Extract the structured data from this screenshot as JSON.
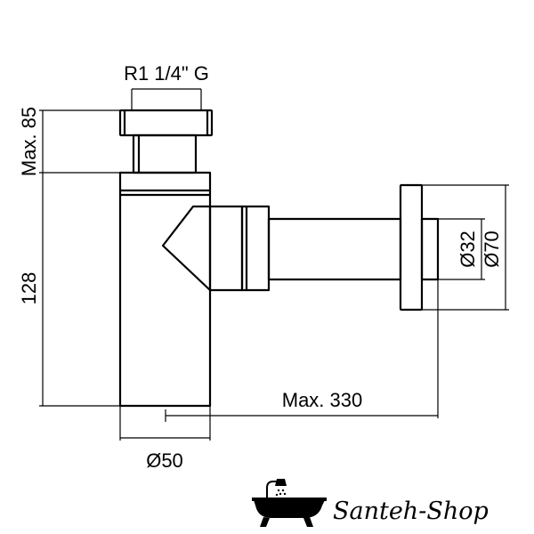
{
  "drawing": {
    "labels": {
      "thread": "R1 1/4\" G",
      "max_height": "Max. 85",
      "body_height": "128",
      "body_diameter": "Ø50",
      "max_length": "Max. 330",
      "pipe_diameter": "Ø32",
      "flange_diameter": "Ø70"
    }
  },
  "logo": {
    "text": "Santeh-Shop",
    "icon": "bathtub-shower-icon"
  },
  "colors": {
    "line": "#000000",
    "background": "#ffffff"
  }
}
